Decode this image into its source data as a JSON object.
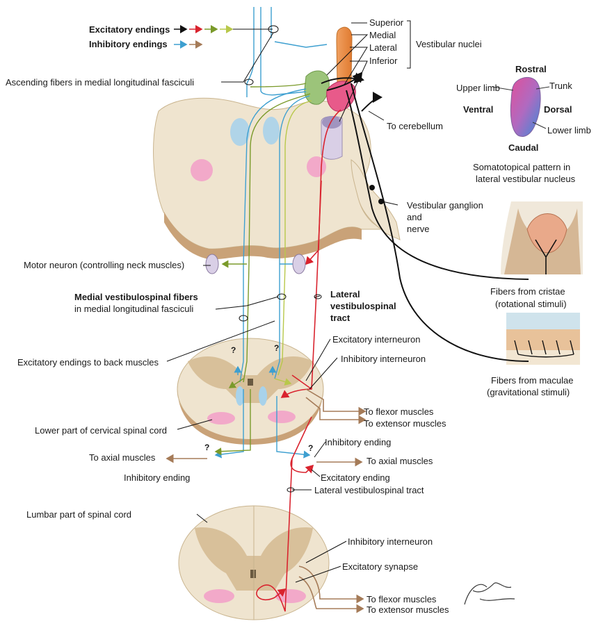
{
  "legend": {
    "excitatory_label": "Excitatory endings",
    "inhibitory_label": "Inhibitory endings",
    "excitatory_colors": [
      "#111111",
      "#d9232e",
      "#7a9a2a",
      "#b8c84a"
    ],
    "inhibitory_colors": [
      "#3d9fd0",
      "#9a7458"
    ]
  },
  "nuclei": {
    "superior": "Superior",
    "medial": "Medial",
    "lateral": "Lateral",
    "inferior": "Inferior",
    "group": "Vestibular nuclei"
  },
  "somatotopy": {
    "rostral": "Rostral",
    "caudal": "Caudal",
    "ventral": "Ventral",
    "dorsal": "Dorsal",
    "upper_limb": "Upper limb",
    "trunk": "Trunk",
    "lower_limb": "Lower limb",
    "caption_1": "Somatotopical pattern in",
    "caption_2": "lateral vestibular nucleus"
  },
  "labels": {
    "ascending_fibers": "Ascending fibers in medial longitudinal fasciculi",
    "to_cerebellum": "To cerebellum",
    "vestibular_ganglion_1": "Vestibular ganglion",
    "vestibular_ganglion_2": "and",
    "vestibular_ganglion_3": "nerve",
    "motor_neuron": "Motor neuron (controlling neck muscles)",
    "medial_vsf_1": "Medial vestibulospinal fibers",
    "medial_vsf_2": "in medial longitudinal fasciculi",
    "lateral_vst_1": "Lateral",
    "lateral_vst_2": "vestibulospinal",
    "lateral_vst_3": "tract",
    "fibers_cristae_1": "Fibers from cristae",
    "fibers_cristae_2": "(rotational stimuli)",
    "fibers_maculae_1": "Fibers from maculae",
    "fibers_maculae_2": "(gravitational stimuli)",
    "excitatory_interneuron": "Excitatory interneuron",
    "inhibitory_interneuron_upper": "Inhibitory interneuron",
    "excitatory_endings_back": "Excitatory endings to back muscles",
    "to_flexor_upper": "To flexor muscles",
    "to_extensor_upper": "To extensor muscles",
    "lower_cervical": "Lower part of cervical spinal cord",
    "inhibitory_ending_right": "Inhibitory ending",
    "to_axial_left": "To axial muscles",
    "to_axial_right": "To axial muscles",
    "inhibitory_ending_left": "Inhibitory ending",
    "excitatory_ending": "Excitatory ending",
    "lateral_vst_lower": "Lateral vestibulospinal tract",
    "lumbar": "Lumbar part of spinal cord",
    "inhibitory_interneuron_lower": "Inhibitory interneuron",
    "excitatory_synapse": "Excitatory synapse",
    "to_flexor_lower": "To flexor muscles",
    "to_extensor_lower": "To extensor muscles",
    "question_mark": "?"
  },
  "signature": "F. Netter M.D."
}
